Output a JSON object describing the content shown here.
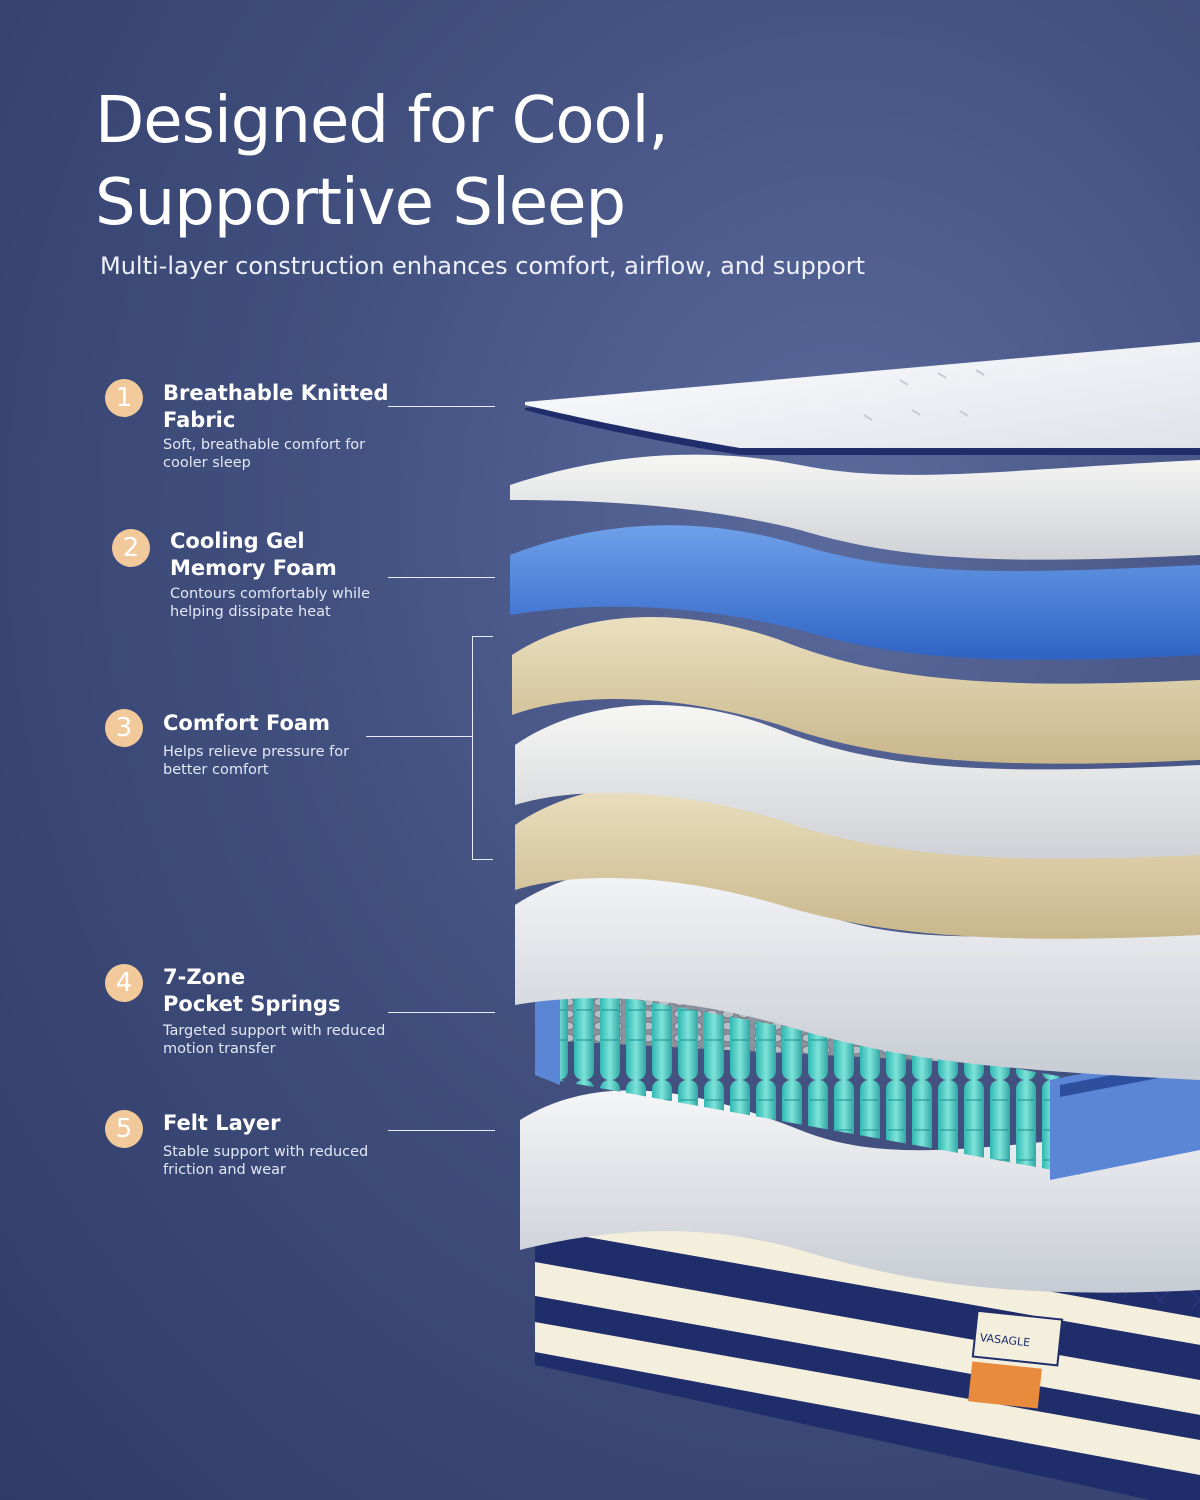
{
  "page": {
    "headline_line1": "Designed for Cool,",
    "headline_line2": "Supportive Sleep",
    "subtitle": "Multi-layer construction enhances comfort, airflow, and support"
  },
  "colors": {
    "background": "#42507f",
    "badge": "#f2c99a",
    "text": "#ffffff"
  },
  "layers": [
    {
      "number": "1",
      "title_line1": "Breathable Knitted",
      "title_line2": "Fabric",
      "desc_line1": "Soft, breathable comfort for",
      "desc_line2": "cooler sleep"
    },
    {
      "number": "2",
      "title_line1": "Cooling Gel",
      "title_line2": "Memory Foam",
      "desc_line1": "Contours comfortably while",
      "desc_line2": "helping dissipate heat"
    },
    {
      "number": "3",
      "title_line1": "Comfort Foam",
      "title_line2": "",
      "desc_line1": "Helps relieve pressure for",
      "desc_line2": "better comfort"
    },
    {
      "number": "4",
      "title_line1": "7-Zone",
      "title_line2": "Pocket Springs",
      "desc_line1": "Targeted support with reduced",
      "desc_line2": "motion transfer"
    },
    {
      "number": "5",
      "title_line1": "Felt Layer",
      "title_line2": "",
      "desc_line1": "Stable support with reduced",
      "desc_line2": "friction and wear"
    }
  ],
  "brand": {
    "label": "VASAGLE"
  }
}
